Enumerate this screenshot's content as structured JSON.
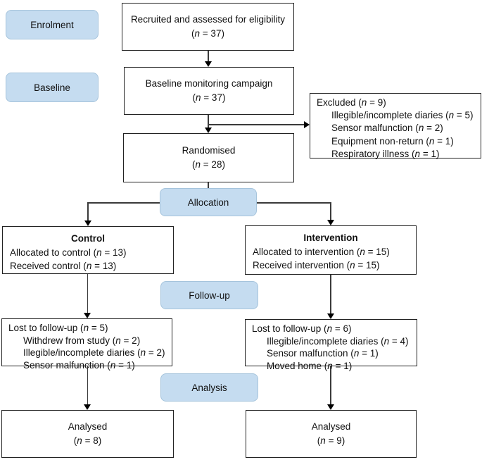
{
  "stages": {
    "enrolment": "Enrolment",
    "baseline": "Baseline",
    "allocation": "Allocation",
    "followup": "Follow-up",
    "analysis": "Analysis"
  },
  "boxes": {
    "recruited": {
      "line1": "Recruited and assessed for eligibility",
      "line2": "(n = 37)"
    },
    "baseline_campaign": {
      "line1": "Baseline monitoring campaign",
      "line2": "(n = 37)"
    },
    "excluded": {
      "title": "Excluded (n = 9)",
      "items": [
        "Illegible/incomplete diaries (n = 5)",
        "Sensor malfunction (n = 2)",
        "Equipment non-return (n = 1)",
        "Respiratory illness (n = 1)"
      ]
    },
    "randomised": {
      "line1": "Randomised",
      "line2": "(n = 28)"
    },
    "control": {
      "title": "Control",
      "items": [
        "Allocated to control (n = 13)",
        "Received control (n = 13)"
      ]
    },
    "intervention": {
      "title": "Intervention",
      "items": [
        "Allocated to intervention (n = 15)",
        "Received intervention (n = 15)"
      ]
    },
    "lost_control": {
      "title": "Lost to follow-up (n = 5)",
      "items": [
        "Withdrew from study (n = 2)",
        "Illegible/incomplete diaries (n = 2)",
        "Sensor malfunction (n = 1)"
      ]
    },
    "lost_intervention": {
      "title": "Lost to follow-up (n = 6)",
      "items": [
        "Illegible/incomplete diaries (n = 4)",
        "Sensor malfunction (n = 1)",
        "Moved home (n = 1)"
      ]
    },
    "analysed_control": {
      "line1": "Analysed",
      "line2": "(n = 8)"
    },
    "analysed_intervention": {
      "line1": "Analysed",
      "line2": "(n = 9)"
    }
  },
  "colors": {
    "stage_fill": "#c5dcf0",
    "stage_border": "#a6c4dc",
    "box_border": "#222222",
    "line_color": "#3a3a3a",
    "text_color": "#111111"
  }
}
